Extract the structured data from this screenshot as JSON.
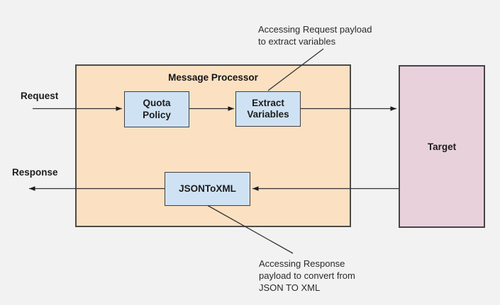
{
  "diagram": {
    "background_color": "#f2f2f2",
    "container": {
      "title": "Message Processor",
      "fill": "#fbe1c2",
      "border": "#4f4b48"
    },
    "nodes": {
      "quota": {
        "lines": [
          "Quota",
          "Policy"
        ],
        "fill": "#cfe2f3"
      },
      "extract": {
        "lines": [
          "Extract",
          "Variables"
        ],
        "fill": "#cfe2f3"
      },
      "jsontoxml": {
        "label": "JSONToXML",
        "fill": "#cfe2f3"
      },
      "target": {
        "label": "Target",
        "fill": "#e9d1dc"
      }
    },
    "flow_labels": {
      "request": "Request",
      "response": "Response"
    },
    "annotations": {
      "request_payload": {
        "lines": [
          "Accessing Request payload",
          "to extract variables"
        ]
      },
      "response_payload": {
        "lines": [
          "Accessing Response",
          "payload to convert from",
          "JSON TO XML"
        ]
      }
    },
    "line_color": "#333333"
  }
}
